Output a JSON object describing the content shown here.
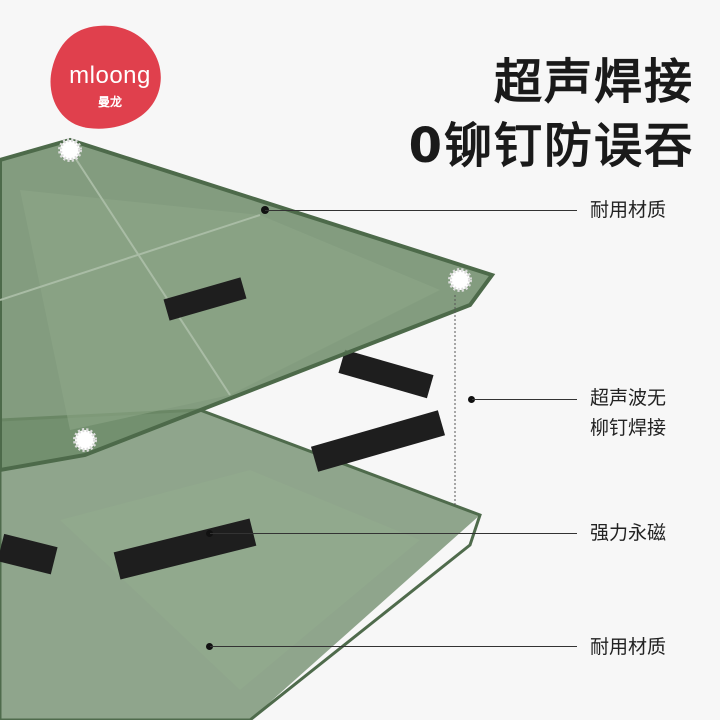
{
  "brand": {
    "name": "mloong",
    "name_cn": "曼龙",
    "color": "#e0404d"
  },
  "headline": {
    "line1": "超声焊接",
    "line2": "0铆钉防误吞"
  },
  "callouts": [
    {
      "text": "耐用材质"
    },
    {
      "text_line1": "超声波无",
      "text_line2": "柳钉焊接"
    },
    {
      "text": "强力永磁"
    },
    {
      "text": "耐用材质"
    }
  ],
  "colors": {
    "tile": "#6f8c6a",
    "tile_edge": "#4d6a4a",
    "magnet": "#1e1e1e"
  }
}
